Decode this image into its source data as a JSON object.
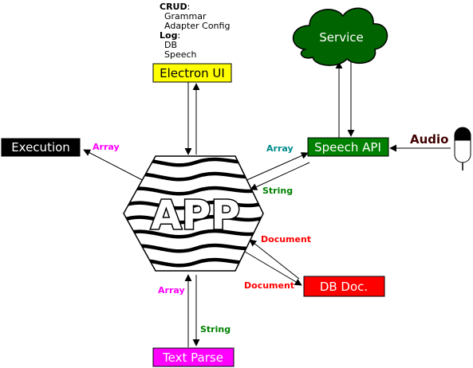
{
  "notes": {
    "crud_heading": "CRUD",
    "crud_suffix": ":",
    "crud_items": [
      "Grammar",
      "Adapter Config"
    ],
    "log_heading": "Log",
    "log_suffix": ":",
    "log_items": [
      "DB",
      "Speech"
    ]
  },
  "nodes": {
    "electron_ui": "Electron UI",
    "service": "Service",
    "speech_api": "Speech API",
    "execution": "Execution",
    "app": "APP",
    "db_doc": "DB Doc.",
    "text_parse": "Text Parse",
    "audio": "Audio"
  },
  "edge_labels": {
    "execution_array": "Array",
    "speech_array": "Array",
    "speech_string": "String",
    "db_document_in": "Document",
    "db_document_out": "Document",
    "text_array": "Array",
    "text_string": "String"
  },
  "colors": {
    "electron_ui": "#ffff00",
    "service": "#006400",
    "speech_api": "#008000",
    "execution": "#000000",
    "db_doc": "#ff0000",
    "text_parse": "#ff00ff",
    "label_magenta": "#ff00ff",
    "label_teal": "#008b8b",
    "label_green": "#008000",
    "label_red": "#ff0000",
    "audio": "#400000"
  }
}
